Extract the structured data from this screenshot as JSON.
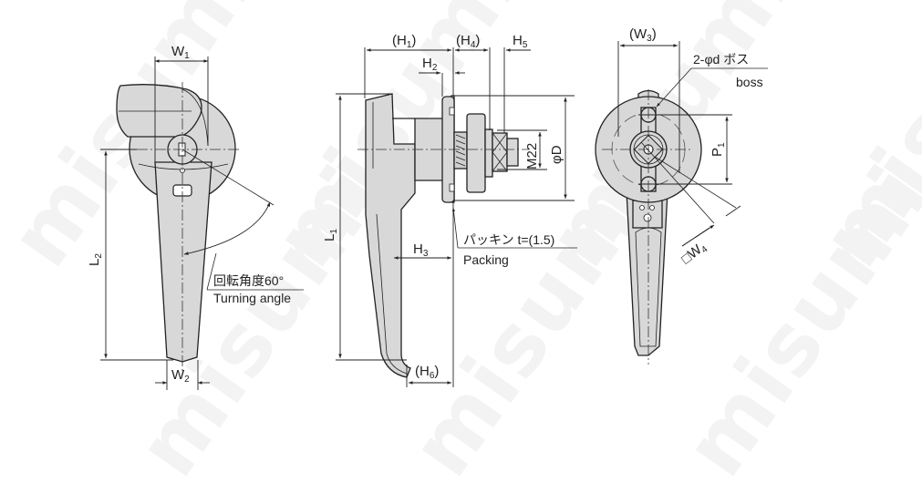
{
  "watermark": {
    "text": "misumi",
    "color": "#f3f3f3"
  },
  "views": {
    "front": {
      "dimensions": {
        "w1": {
          "main": "W",
          "sub": "1"
        },
        "w2": {
          "main": "W",
          "sub": "2"
        },
        "l2": {
          "main": "L",
          "sub": "2"
        }
      },
      "annotation": {
        "jp": "回転角度60°",
        "en": "Turning angle"
      }
    },
    "side": {
      "dimensions": {
        "h1": {
          "main": "(H",
          "sub": "1",
          "close": ")"
        },
        "h2": {
          "main": "H",
          "sub": "2"
        },
        "h3": {
          "main": "H",
          "sub": "3"
        },
        "h4": {
          "main": "(H",
          "sub": "4",
          "close": ")"
        },
        "h5": {
          "main": "H",
          "sub": "5"
        },
        "h6": {
          "main": "(H",
          "sub": "6",
          "close": ")"
        },
        "l1": {
          "main": "L",
          "sub": "1"
        },
        "m22": "M22",
        "phi_d": "φD"
      },
      "annotation": {
        "jp": "パッキン t=(1.5)",
        "en": "Packing"
      }
    },
    "rear": {
      "dimensions": {
        "w3": {
          "main": "(W",
          "sub": "3",
          "close": ")"
        },
        "w4": {
          "prefix": "□",
          "main": "W",
          "sub": "4"
        },
        "p1": {
          "main": "P",
          "sub": "1"
        }
      },
      "annotation": {
        "jp": "2-φd ボス",
        "en": "boss"
      }
    }
  },
  "colors": {
    "part_fill": "#d8d8d8",
    "line": "#222222",
    "background": "#ffffff"
  }
}
